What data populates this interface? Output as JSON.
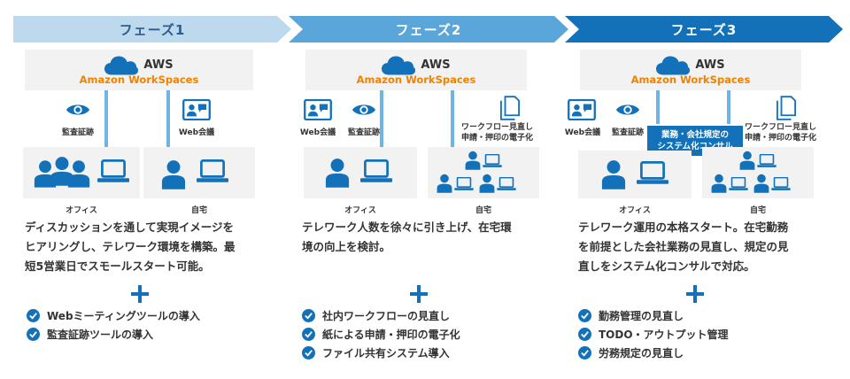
{
  "phases": [
    {
      "label": "フェーズ1",
      "aws_title": "AWS",
      "aws_subtitle": "Amazon WorkSpaces",
      "icons": {
        "eye": "監査証跡",
        "web": "Web会議"
      },
      "rooms": {
        "office": "オフィス",
        "home": "自宅"
      },
      "desc": [
        "ディスカッションを通して実現イメージを",
        "ヒアリングし、テレワーク環境を構築。最",
        "短5営業日でスモールスタート可能。"
      ],
      "checks": [
        "Webミーティングツールの導入",
        "監査証跡ツールの導入"
      ]
    },
    {
      "label": "フェーズ2",
      "aws_title": "AWS",
      "aws_subtitle": "Amazon WorkSpaces",
      "icons": {
        "web": "Web会議",
        "eye": "監査証跡"
      },
      "doc_label": [
        "ワークフロー見直し",
        "申請・押印の電子化"
      ],
      "rooms": {
        "office": "オフィス",
        "home": "自宅"
      },
      "desc": [
        "テレワーク人数を徐々に引き上げ、在宅環",
        "境の向上を検討。"
      ],
      "checks": [
        "社内ワークフローの見直し",
        "紙による申請・押印の電子化",
        "ファイル共有システム導入"
      ]
    },
    {
      "label": "フェーズ3",
      "aws_title": "AWS",
      "aws_subtitle": "Amazon WorkSpaces",
      "icons": {
        "web": "Web会議",
        "eye": "監査証跡"
      },
      "doc_label": [
        "ワークフロー見直し",
        "申請・押印の電子化"
      ],
      "consult": [
        "業務・会社規定の",
        "システム化コンサル"
      ],
      "rooms": {
        "office": "オフィス",
        "home": "自宅"
      },
      "desc": [
        "テレワーク運用の本格スタート。在宅勤務",
        "を前提とした会社業務の見直し、規定の見",
        "直しをシステム化コンサルで対応。"
      ],
      "checks": [
        "勤務管理の見直し",
        "TODO・アウトプット管理",
        "労務規定の見直し"
      ]
    }
  ],
  "colors": {
    "phase1": "#bcd9ee",
    "phase2": "#5aa5d9",
    "phase3": "#1271b8",
    "accent": "#f08200",
    "icon": "#1271b8"
  }
}
